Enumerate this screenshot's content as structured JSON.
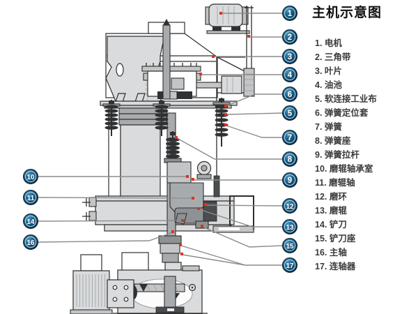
{
  "title": "主机示意图",
  "legend": {
    "items": [
      {
        "num": "1.",
        "label": "电机"
      },
      {
        "num": "2.",
        "label": "三角带"
      },
      {
        "num": "3.",
        "label": "叶片"
      },
      {
        "num": "4.",
        "label": "油池"
      },
      {
        "num": "5.",
        "label": "软连接工业布"
      },
      {
        "num": "6.",
        "label": "弹簧定位套"
      },
      {
        "num": "7.",
        "label": "弹簧"
      },
      {
        "num": "8.",
        "label": "弹簧座"
      },
      {
        "num": "9.",
        "label": "弹簧拉杆"
      },
      {
        "num": "10.",
        "label": "磨辊轴承室"
      },
      {
        "num": "11.",
        "label": "磨辊轴"
      },
      {
        "num": "12.",
        "label": "磨环"
      },
      {
        "num": "13.",
        "label": "磨辊"
      },
      {
        "num": "14.",
        "label": "铲刀"
      },
      {
        "num": "15.",
        "label": "铲刀座"
      },
      {
        "num": "16.",
        "label": "主轴"
      },
      {
        "num": "17.",
        "label": "连轴器"
      }
    ]
  },
  "callouts": {
    "badges": [
      "1",
      "2",
      "3",
      "4",
      "6",
      "5",
      "7",
      "8",
      "9",
      "12",
      "13",
      "15",
      "17",
      "10",
      "11",
      "14",
      "16"
    ]
  },
  "colors": {
    "badge_fill": "#16486b",
    "badge_edge": "#0a2335",
    "badge_ring": "#9fd8ee",
    "badge_text": "#ffffff",
    "leader": "#8c8c8c",
    "marker": "#e2301f",
    "outline": "#2e2e2e"
  }
}
